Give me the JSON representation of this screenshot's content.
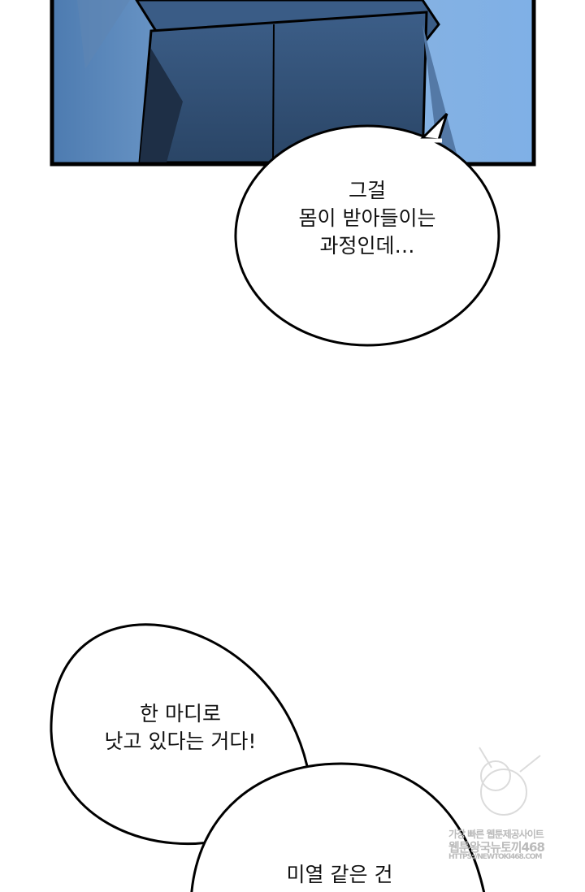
{
  "bubbles": [
    {
      "lines": [
        "그걸",
        "몸이 받아들이는",
        "과정인데…"
      ]
    },
    {
      "lines": [
        "한 마디로",
        "낫고 있다는 거다!"
      ]
    },
    {
      "lines": [
        "미열 같은 건"
      ]
    }
  ],
  "watermark": {
    "line1": "가장 빠른 웹툰제공사이트",
    "line2": "웹툰왕국뉴토끼468",
    "line3": "HTTPS://NEWTOKI468.COM"
  },
  "colors": {
    "panel_light": "#8fb8e6",
    "panel_dark": "#1f3450",
    "ink": "#000000"
  }
}
